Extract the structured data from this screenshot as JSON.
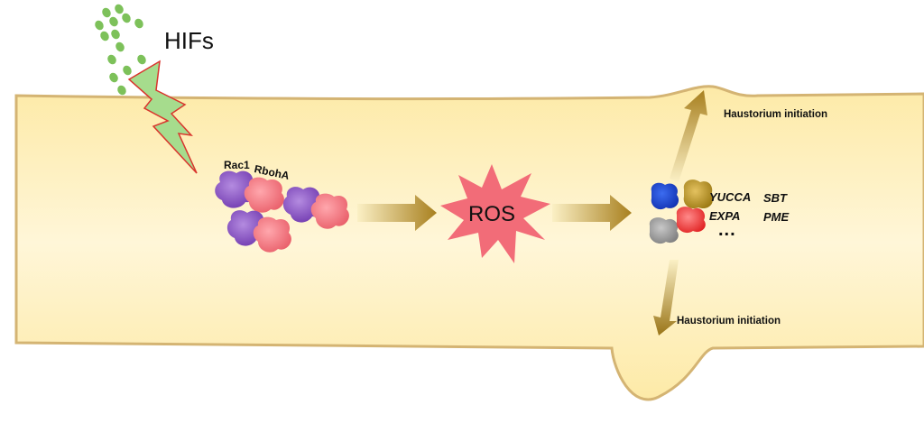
{
  "signal": {
    "label": "HIFs"
  },
  "complex": {
    "rac1_label": "Rac1",
    "rboha_label": "RbohA"
  },
  "ros": {
    "label": "ROS"
  },
  "genes": {
    "g1": "YUCCA",
    "g2": "SBT",
    "g3": "EXPA",
    "g4": "PME",
    "more": "..."
  },
  "outcomes": {
    "up": "Haustorium initiation",
    "down": "Haustorium initiation"
  },
  "colors": {
    "root_fill": "#fdeeb8",
    "root_edge": "#d8b877",
    "hif_dots": "#7dc15a",
    "lightning_fill": "#9fd98b",
    "lightning_edge": "#d9352d",
    "rac1": "#8a4fc4",
    "rboha": "#ef6f78",
    "ros_burst": "#f26c78",
    "arrow": "#b8922c"
  }
}
